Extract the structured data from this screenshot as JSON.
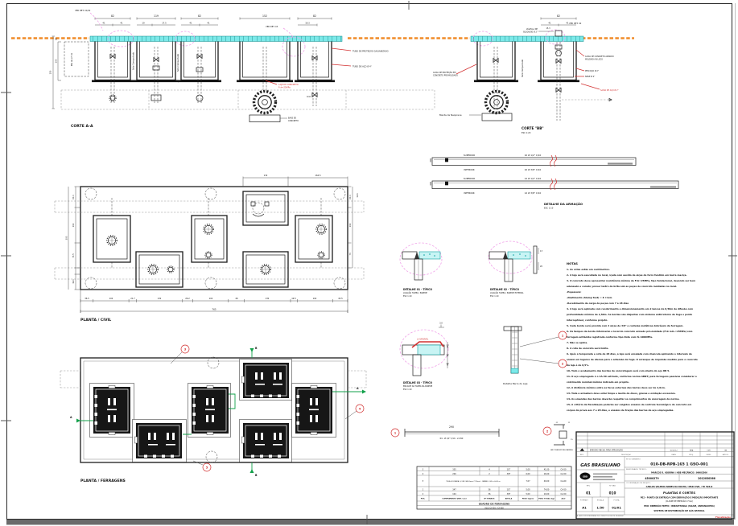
{
  "palette": {
    "cyan": "#7ce9e9",
    "orange": "#f08b28",
    "red": "#d23030",
    "magenta": "#f0a0e8",
    "green": "#12a04a",
    "logo_green": "#13924a"
  },
  "corte_aa": {
    "title": "CORTE A-A",
    "dims": {
      "w1": "82",
      "w1a": "41",
      "w1b": "41",
      "w2": "119",
      "w2a": "19",
      "w2b": "17.5",
      "w3": "82",
      "w3a": "41",
      "w3b": "41",
      "w4": "152",
      "w5": "82",
      "w5a": "19.3",
      "h1": "19",
      "h2": "100",
      "h3": "150"
    },
    "labels": {
      "ver_det": "VER DET. 01/02",
      "ver_det03": "VER DET. 03",
      "solo": "Solo Compactado",
      "min_depth": "Min de 2,5 m",
      "tubo_prot": "TUBO DE PROTEÇÃO GALVANIZADO",
      "tubo_aco": "TUBO DE AÇO Ø 4\"",
      "laje1": "LAJE DE CONCRETO",
      "laje2": "Fck=25MPa",
      "base1": "BASE DE",
      "base2": "CONCRETO",
      "anel": "Anel"
    }
  },
  "corte_bb": {
    "title": "CORTE \"BB\"",
    "scale": "ESC 1:20",
    "dims": {
      "w": "82",
      "wa": "41",
      "wb": "41",
      "s": "15.3"
    },
    "labels": {
      "manta": "Manta de Neoprene",
      "ver_det02": "VER DET. 02",
      "solo": "Solo Compactado",
      "valv1": "VÁLVULA DE",
      "valv2": "BLOQUEIO Ø 2\"",
      "caixa1": "CAIXA DE PROTEÇÃO EM",
      "caixa2": "CONCRETO PRÉ-MOLDADO",
      "arm1": "CAIXA DE CONCRETO ARMADO",
      "arm2": "MOLDADA IN LOCO",
      "pescoco": "PESCOÇO Ø 2\"",
      "niple": "NIPLE Ø 2\"",
      "saida": "SAÍDA DE AÇO Ø 2\""
    }
  },
  "armacao": {
    "title": "DETALHE DA ARMAÇÃO",
    "scale": "ESC 1:10",
    "sup": "SUPERIOR",
    "inf": "INFERIOR",
    "n1": "10 Ø 1/2\" C/10",
    "n2": "10 Ø 3/8\" C/10",
    "n3": "12 Ø 1/2\" C/10",
    "n4": "12 Ø 3/8\" C/10"
  },
  "planta_civil": {
    "title": "PLANTA / CIVIL",
    "top": [
      "132",
      "164.5"
    ],
    "bottom": [
      "36.5",
      "102",
      "21.7",
      "132",
      "29.2",
      "102",
      "46",
      "132",
      "19.5",
      "102",
      "43.5"
    ],
    "total_w": "765",
    "left": [
      "60.4",
      "102",
      "73.5",
      "19.1"
    ],
    "right": [
      "60.4",
      "102",
      "73"
    ],
    "total_h": "300",
    "d126": "12.6"
  },
  "planta_ferragens": {
    "title": "PLANTA / FERRAGENS"
  },
  "details": {
    "d1a": "DETALHE 01 - TÍPICO",
    "d1b": "LIGAÇÃO TAMPA / PAREDE",
    "d1c": "ESC 1:10",
    "d2a": "DETALHE 02 - TÍPICO",
    "d2b": "LIGAÇÃO TAMPA / PAREDE EXTERNA",
    "d2c": "ESC 1:10",
    "d2d1": "13",
    "d2d2": "20",
    "d3a": "DETALHE 03 - TÍPICO",
    "d3b": "ENCAIXE DA TAMPA NA PAREDE",
    "d3c": "ESC 1:10",
    "d3red": "L=VARIÁVEL",
    "d3d1": "3.0",
    "d3d2": "20",
    "d3d3": "15",
    "d3d4": "20",
    "barra": "Detalhe Barra de Laje"
  },
  "callouts": {
    "c1": "1",
    "c2": "2",
    "c3": "3",
    "c4": "4",
    "c5": "5",
    "a": "A",
    "b": "B"
  },
  "bar_n1": {
    "dim": "290",
    "mark": "N1 - Ø 1/2\" C/10 - L=290"
  },
  "corner": {
    "d1": "21",
    "d2": "11",
    "d3": "15",
    "caption": "ANCORAGEM DAS BARRAS"
  },
  "notes": {
    "title": "NOTAS",
    "lines": [
      "1- As cotas estão em centímetros.",
      "2- A laje será executada no local, içada com auxílio de alças de ferro fundido em barra maciça.",
      "3- O concreto deve apresentar resistência mínima de Fck=25MPa, tipo fundacional, devendo ser bem",
      "adensado e curado; prever lastro de brita sob as peças de concreto moldadas no local.",
      "-Espessura:",
      "-Abatimento (Slump Test) = 8 ±1cm",
      "-Recebimento de carga de peças com 7 a 28 dias",
      "4- A laje será aplicada com recobrimento e dimensionamento em 2 lances de 0,50m de difusão com",
      "profundidade mínima de 2,50m. As bordas são disjuntas com sistema antirretorno de fuga e ponto",
      "interceptável, conforme projeto.",
      "5- Cada borda será provida com 4 alças de 3/8\" e costelas metálicas dobráveis da ferragem.",
      "6- Os tampos da borda informarão o local do concreto armado pré-moldado (Fck mín.=25MPa) com",
      "ferragem antiácida registrada conforme tipo Dote com fé 1000MPa.",
      "7- Não se aplica.",
      "8- A cota de concreto será limite.",
      "9- Após a temporada e cota de 28 dias, a laje será ensaiada com chancela aplicando o intervalo de",
      "ensaio em lugares de atenua para o antemão de fuga. O arranque de impulsão medido para o concreto",
      "da laje é de 0,5%.",
      "10- Todo o acabamento das bordas de concretagem será com atesto do aço RB 5.",
      "11- O aço empregado é o CA-50 estriado, conforme norma ABNT; para ferragens passivas considerar o",
      "cobrimento nominal mínimo indicado em projeto.",
      "12- A distância mínima entre as faces externas das barras deve ser de 2,0cm.",
      "13- Toda a armadura deve estar limpa e isenta de óleos, graxas e oxidação excessiva.",
      "14- As emendas das barras deverão respeitar os comprimentos de ancoragem de norma.",
      "15- A critério da fiscalização poderão ser exigidos ensaios de controle tecnológico do concreto em",
      "corpos de prova aos 7 e 28 dias, e ensaios de tração das barras de aço empregadas."
    ]
  },
  "schedule": {
    "headers": [
      "POS.",
      "COMPRIMENTO UNIT. (cm)",
      "Nº FERROS",
      "BITOLA",
      "PESO (kg/m)",
      "PESO TOTAL (kg)",
      "AÇO"
    ],
    "rows": [
      [
        "3",
        "335",
        "4",
        "1/2\"",
        "5,00",
        "41,00",
        "CA-50"
      ],
      [
        "4",
        "226",
        "2",
        "3/8\"",
        "6,00",
        "16,00",
        "CA-50"
      ],
      [
        "5",
        "TELA SOLDADA Q-138 (Ø4,2mm C/10cm) - PAINEL 2,45 x 6,00 m",
        "",
        "",
        "7,07",
        "49,00",
        "CA-60"
      ],
      [
        "1",
        "347",
        "36",
        "1/2\"",
        "5,00",
        "74,00",
        "CA-50"
      ],
      [
        "2",
        "104",
        "36",
        "3/8\"",
        "5,00",
        "19,00",
        "CA-50"
      ]
    ],
    "footer1": "QUADRO DE FERRAGENS",
    "footer2": "AÇO CA-50 / CA-60"
  },
  "title_block": {
    "logo": "GAS BRASILIANO",
    "logo_badge": "GBD",
    "dwg_label": "Nº DO DESENHO:",
    "dwg": "010-DB-RPB-165 1 GSO-001",
    "resp_label": "RESPONSÁVEL TÉCNICO:",
    "resp": "MARCOS R. ADORNA / HSB MECÂNICO / 99903566",
    "contract": "45000279",
    "order": "2012030366",
    "coord_label": "COORDENAÇÃO DE PROJETO:",
    "coord": "CARLOS VALERIO ANNES DA ROCHA / MSD CIVIL / TII 503-D",
    "t1": "PLANTAS E CORTES",
    "t2": "PE2 - PONTO DE ENTREGA COM DERIVAÇÃO E MEDIÇÃO IMPORTANTE",
    "t3": "(CLASSE DE PRESSÃO 17 bar)",
    "t4": "PRO: RIBEIRÃO PRETO / IBIRAPITANGA (SIGAM, ANHANGUERA)",
    "t5": "SISTEMA DE DISTRIBUIÇÃO DE GÁS NATURAL",
    "rev_label": "REV.",
    "rev_value": "01",
    "gbd_label": "Nº GBD",
    "gbd_value": "010",
    "format_label": "FORMATO",
    "format": "A1",
    "scale_label": "ESCALA",
    "scale": "1:50",
    "sheet_label": "FOLHA",
    "sheet": "01/01",
    "rev_desc": "EMISSÃO INICIAL PARA APROVAÇÃO",
    "rev_date": "10/12/12",
    "rev_proj": "MRA",
    "rev_verif": "CVR",
    "rev_aprov": "GB",
    "head_rev": "REV.",
    "head_desc": "DESCRIÇÃO",
    "head_date": "DATA",
    "head_proj": "PROJ.",
    "head_verif": "VERIF.",
    "head_aprov": "APROV.",
    "footer_left": "A GBD É PROPRIETÁRIA DOS DIREITOS DESTE DESENHO",
    "red_note": "Fiscalização"
  }
}
